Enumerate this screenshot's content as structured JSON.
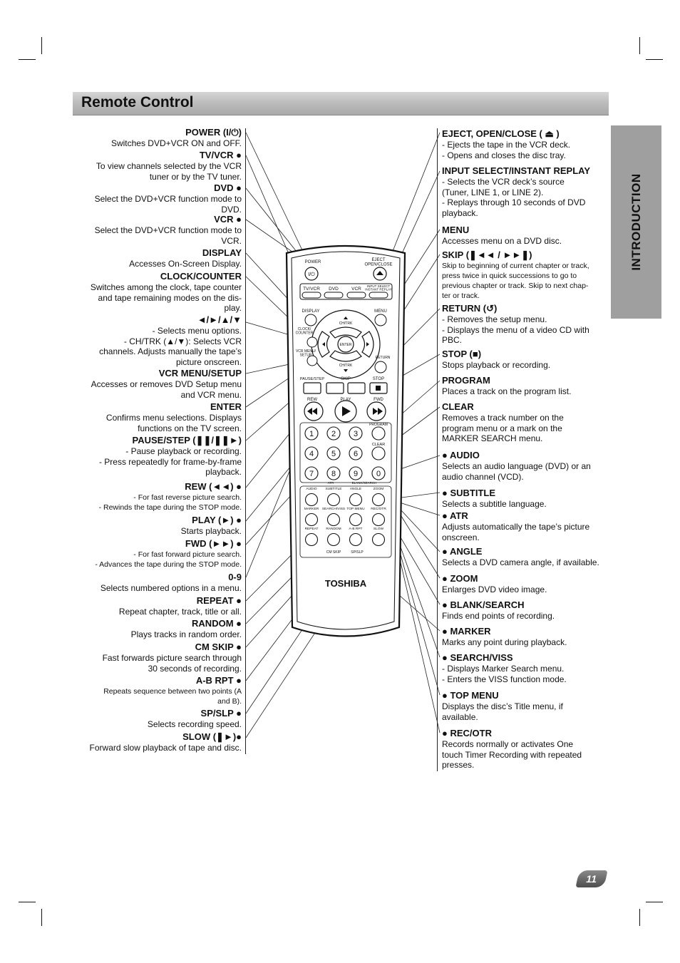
{
  "title": "Remote Control",
  "side_tab": "INTRODUCTION",
  "page_number": "11",
  "left_items": [
    {
      "head": "POWER (I/⏻)",
      "desc": "Switches DVD+VCR ON and OFF."
    },
    {
      "head": "TV/VCR ●",
      "desc": "To view channels selected by the VCR\ntuner or by the TV tuner."
    },
    {
      "head": "DVD ●",
      "desc": "Select the DVD+VCR function mode to\nDVD."
    },
    {
      "head": "VCR ●",
      "desc": "Select the DVD+VCR function mode to\nVCR."
    },
    {
      "head": "DISPLAY",
      "desc": "Accesses On-Screen Display."
    },
    {
      "head": "CLOCK/COUNTER",
      "desc": "Switches among the clock, tape counter\nand tape remaining modes on the dis-\nplay."
    },
    {
      "head": "◄/►/▲/▼",
      "desc": "- Selects menu options.\n- CH/TRK (▲/▼): Selects VCR\nchannels. Adjusts manually  the tape’s\npicture onscreen."
    },
    {
      "head": "VCR MENU/SETUP",
      "desc": "Accesses or removes DVD Setup menu\nand VCR menu."
    },
    {
      "head": "ENTER",
      "desc": "Confirms menu selections. Displays\nfunctions on the TV screen."
    },
    {
      "head": "PAUSE/STEP (❚❚/❚❚►)",
      "desc": "- Pause playback or recording.\n- Press repeatedly for frame-by-frame\nplayback."
    },
    {
      "head": "REW (◄◄) ●",
      "desc": "- For fast reverse picture search.\n- Rewinds the tape during the STOP mode.",
      "small": true
    },
    {
      "head": "PLAY (►) ●",
      "desc": "Starts playback."
    },
    {
      "head": "FWD (►►) ●",
      "desc": "- For fast forward picture search.\n- Advances the tape during the STOP mode.",
      "small": true
    },
    {
      "head": "0-9",
      "desc": "Selects numbered options in a menu."
    },
    {
      "head": "REPEAT ●",
      "desc": "Repeat chapter, track, title or all."
    },
    {
      "head": "RANDOM ●",
      "desc": "Plays tracks in random order."
    },
    {
      "head": "CM SKIP ●",
      "desc": "Fast forwards picture search through\n30 seconds of recording."
    },
    {
      "head": "A-B RPT ●",
      "desc": "Repeats sequence between two points (A\nand B).",
      "small": true
    },
    {
      "head": "SP/SLP ●",
      "desc": "Selects recording speed."
    },
    {
      "head": "SLOW (❚►)●",
      "desc": "Forward slow playback of tape and disc."
    }
  ],
  "right_items": [
    {
      "head": "EJECT, OPEN/CLOSE ( ⏏ )",
      "desc": "- Ejects the tape in the VCR deck.\n- Opens and closes the disc tray."
    },
    {
      "head": "INPUT SELECT/INSTANT REPLAY",
      "desc": "- Selects the VCR deck’s source\n  (Tuner, LINE 1, or LINE 2).\n- Replays through 10 seconds of DVD\n  playback."
    },
    {
      "head": "MENU",
      "desc": "Accesses menu on a DVD disc."
    },
    {
      "head": "SKIP (❚◄◄ / ►►❚)",
      "desc": "Skip to beginning of current chapter or track,\npress twice in quick successions  to go to\nprevious chapter or track. Skip to next chap-\nter or track.",
      "small": true
    },
    {
      "head": "RETURN (↺)",
      "desc": "- Removes the setup menu.\n- Displays the menu of a video CD with\n  PBC."
    },
    {
      "head": "STOP (■)",
      "desc": "Stops playback or recording."
    },
    {
      "head": "PROGRAM",
      "desc": "Places a track on the program list."
    },
    {
      "head": "CLEAR",
      "desc": "Removes a track number on the\nprogram menu or a mark on the\nMARKER SEARCH menu."
    },
    {
      "head": "● AUDIO",
      "desc": "Selects an audio language (DVD) or an\naudio channel (VCD)."
    },
    {
      "head": "● SUBTITLE",
      "desc": "Selects a subtitle language."
    },
    {
      "head": "● ATR",
      "desc": "Adjusts automatically the tape’s picture\nonscreen."
    },
    {
      "head": "● ANGLE",
      "desc": "Selects a DVD camera angle, if available."
    },
    {
      "head": "● ZOOM",
      "desc": "Enlarges DVD video image."
    },
    {
      "head": "● BLANK/SEARCH",
      "desc": "Finds end points of recording."
    },
    {
      "head": "● MARKER",
      "desc": "Marks any point during playback."
    },
    {
      "head": "● SEARCH/VISS",
      "desc": "- Displays Marker Search menu.\n- Enters the VISS function mode."
    },
    {
      "head": "● TOP MENU",
      "desc": "Displays the disc’s Title menu, if\navailable."
    },
    {
      "head": "● REC/OTR",
      "desc": "Records normally or activates One\ntouch Timer Recording with repeated\npresses."
    }
  ],
  "remote": {
    "brand": "TOSHIBA",
    "labels": {
      "power": "POWER",
      "power_btn": "I/⏻",
      "eject": "EJECT\nOPEN/CLOSE",
      "tvvcr": "TV/VCR",
      "dvd": "DVD",
      "vcr": "VCR",
      "input": "INPUT SELECT\nINSTANT REPLAY",
      "display": "DISPLAY",
      "menu": "MENU",
      "chtrk": "CH/TRK",
      "clock": "CLOCK/\nCOUNTER",
      "enter": "ENTER",
      "vcrmenu": "VCR MENU/\nSETUP",
      "return": "RETURN",
      "pause": "PAUSE/STEP",
      "skip": "SKIP",
      "stop": "STOP",
      "rew": "REW",
      "play": "PLAY",
      "fwd": "FWD",
      "program": "PROGRAM",
      "clear": "CLEAR",
      "atr": "ATR",
      "blank": "BLANK/SEARCH",
      "audio": "AUDIO",
      "subtitle": "SUBTITLE",
      "angle": "ANGLE",
      "zoom": "ZOOM",
      "marker": "MARKER",
      "searchviss": "SEARCH/VISS",
      "topmenu": "TOP MENU",
      "recotr": "REC/OTR",
      "repeat": "REPEAT",
      "random": "RANDOM",
      "abrpt": "A-B RPT",
      "slow": "SLOW",
      "cmskip": "CM SKIP",
      "spslp": "SP/SLP"
    },
    "digits": [
      "1",
      "2",
      "3",
      "4",
      "5",
      "6",
      "7",
      "8",
      "9",
      "0"
    ]
  }
}
